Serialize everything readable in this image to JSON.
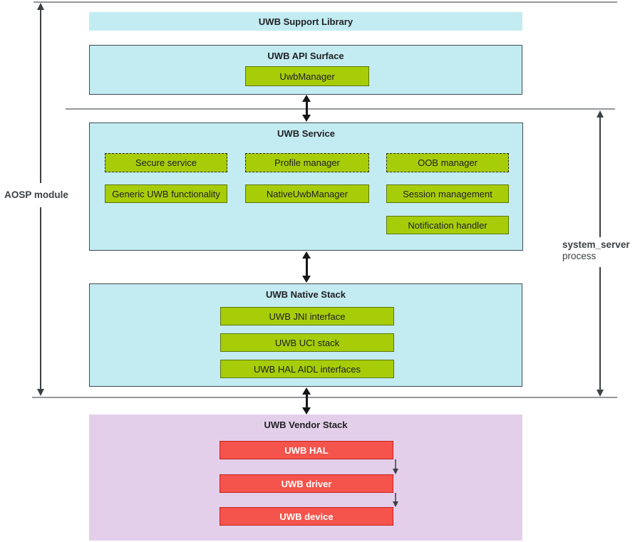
{
  "labels": {
    "aosp_module": "AOSP module",
    "system_server": "system_server",
    "process": "process"
  },
  "support_library": {
    "title": "UWB Support Library"
  },
  "api_surface": {
    "title": "UWB API Surface",
    "uwb_manager": "UwbManager"
  },
  "uwb_service": {
    "title": "UWB Service",
    "dashed_modules": [
      "Secure service",
      "Profile manager",
      "OOB manager"
    ],
    "solid_modules": [
      "Generic UWB functionality",
      "NativeUwbManager",
      "Session management",
      "Notification handler"
    ]
  },
  "native_stack": {
    "title": "UWB Native Stack",
    "modules": [
      "UWB JNI interface",
      "UWB UCI stack",
      "UWB HAL AIDL interfaces"
    ]
  },
  "vendor_stack": {
    "title": "UWB Vendor Stack",
    "modules": [
      "UWB HAL",
      "UWB driver",
      "UWB device"
    ]
  },
  "colors": {
    "cyan_fill": "#C3ECF2",
    "green_fill": "#A7CD08",
    "green_border": "#5D7406",
    "dashed_border": "#2A2A2A",
    "red_fill": "#F4544C",
    "red_border": "#C5221F",
    "purple_fill": "#E4CFEA",
    "box_border": "#3E4A52",
    "line_gray": "#95989C",
    "arrow_gray": "#3C4043",
    "arrow_black": "#161616",
    "text_dark": "#202124"
  }
}
